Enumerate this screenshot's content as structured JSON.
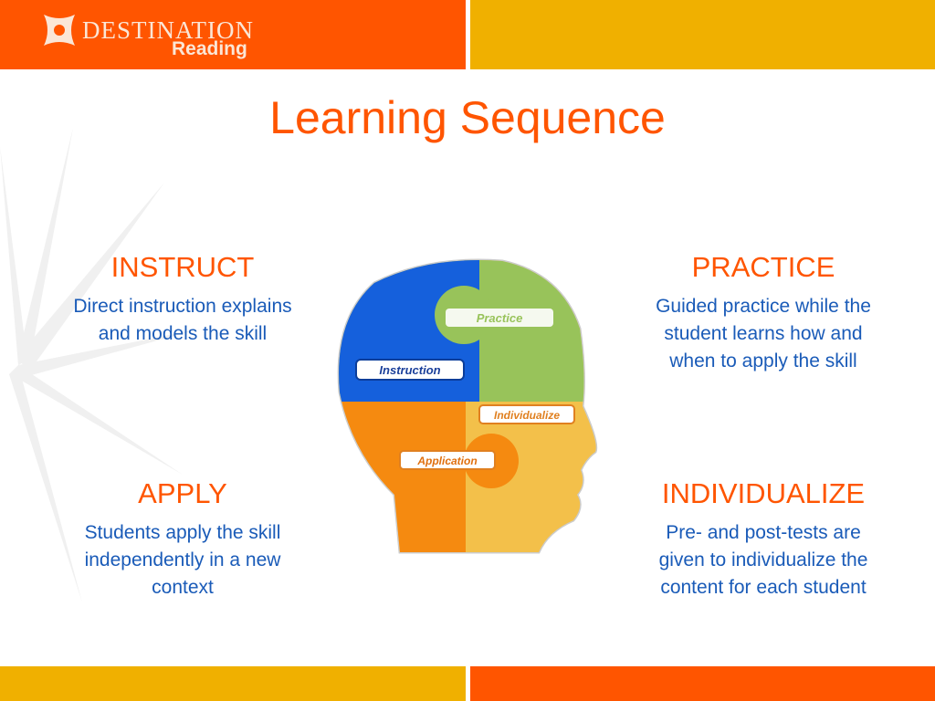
{
  "header": {
    "logo_word1": "DESTINATION",
    "logo_word2": "Reading"
  },
  "title": "Learning Sequence",
  "colors": {
    "orange": "#ff5500",
    "gold": "#f0b000",
    "blue": "#1a5bb8"
  },
  "blocks": [
    {
      "heading": "INSTRUCT",
      "text": "Direct instruction explains and models the skill"
    },
    {
      "heading": "PRACTICE",
      "text": "Guided practice while the student learns how and when to apply the skill"
    },
    {
      "heading": "APPLY",
      "text": "Students apply the skill independently in a new context"
    },
    {
      "heading": "INDIVIDUALIZE",
      "text": "Pre- and post-tests are given to individualize the content for each student"
    }
  ],
  "head_labels": {
    "instruction": "Instruction",
    "practice": "Practice",
    "individualize": "Individualize",
    "application": "Application"
  }
}
